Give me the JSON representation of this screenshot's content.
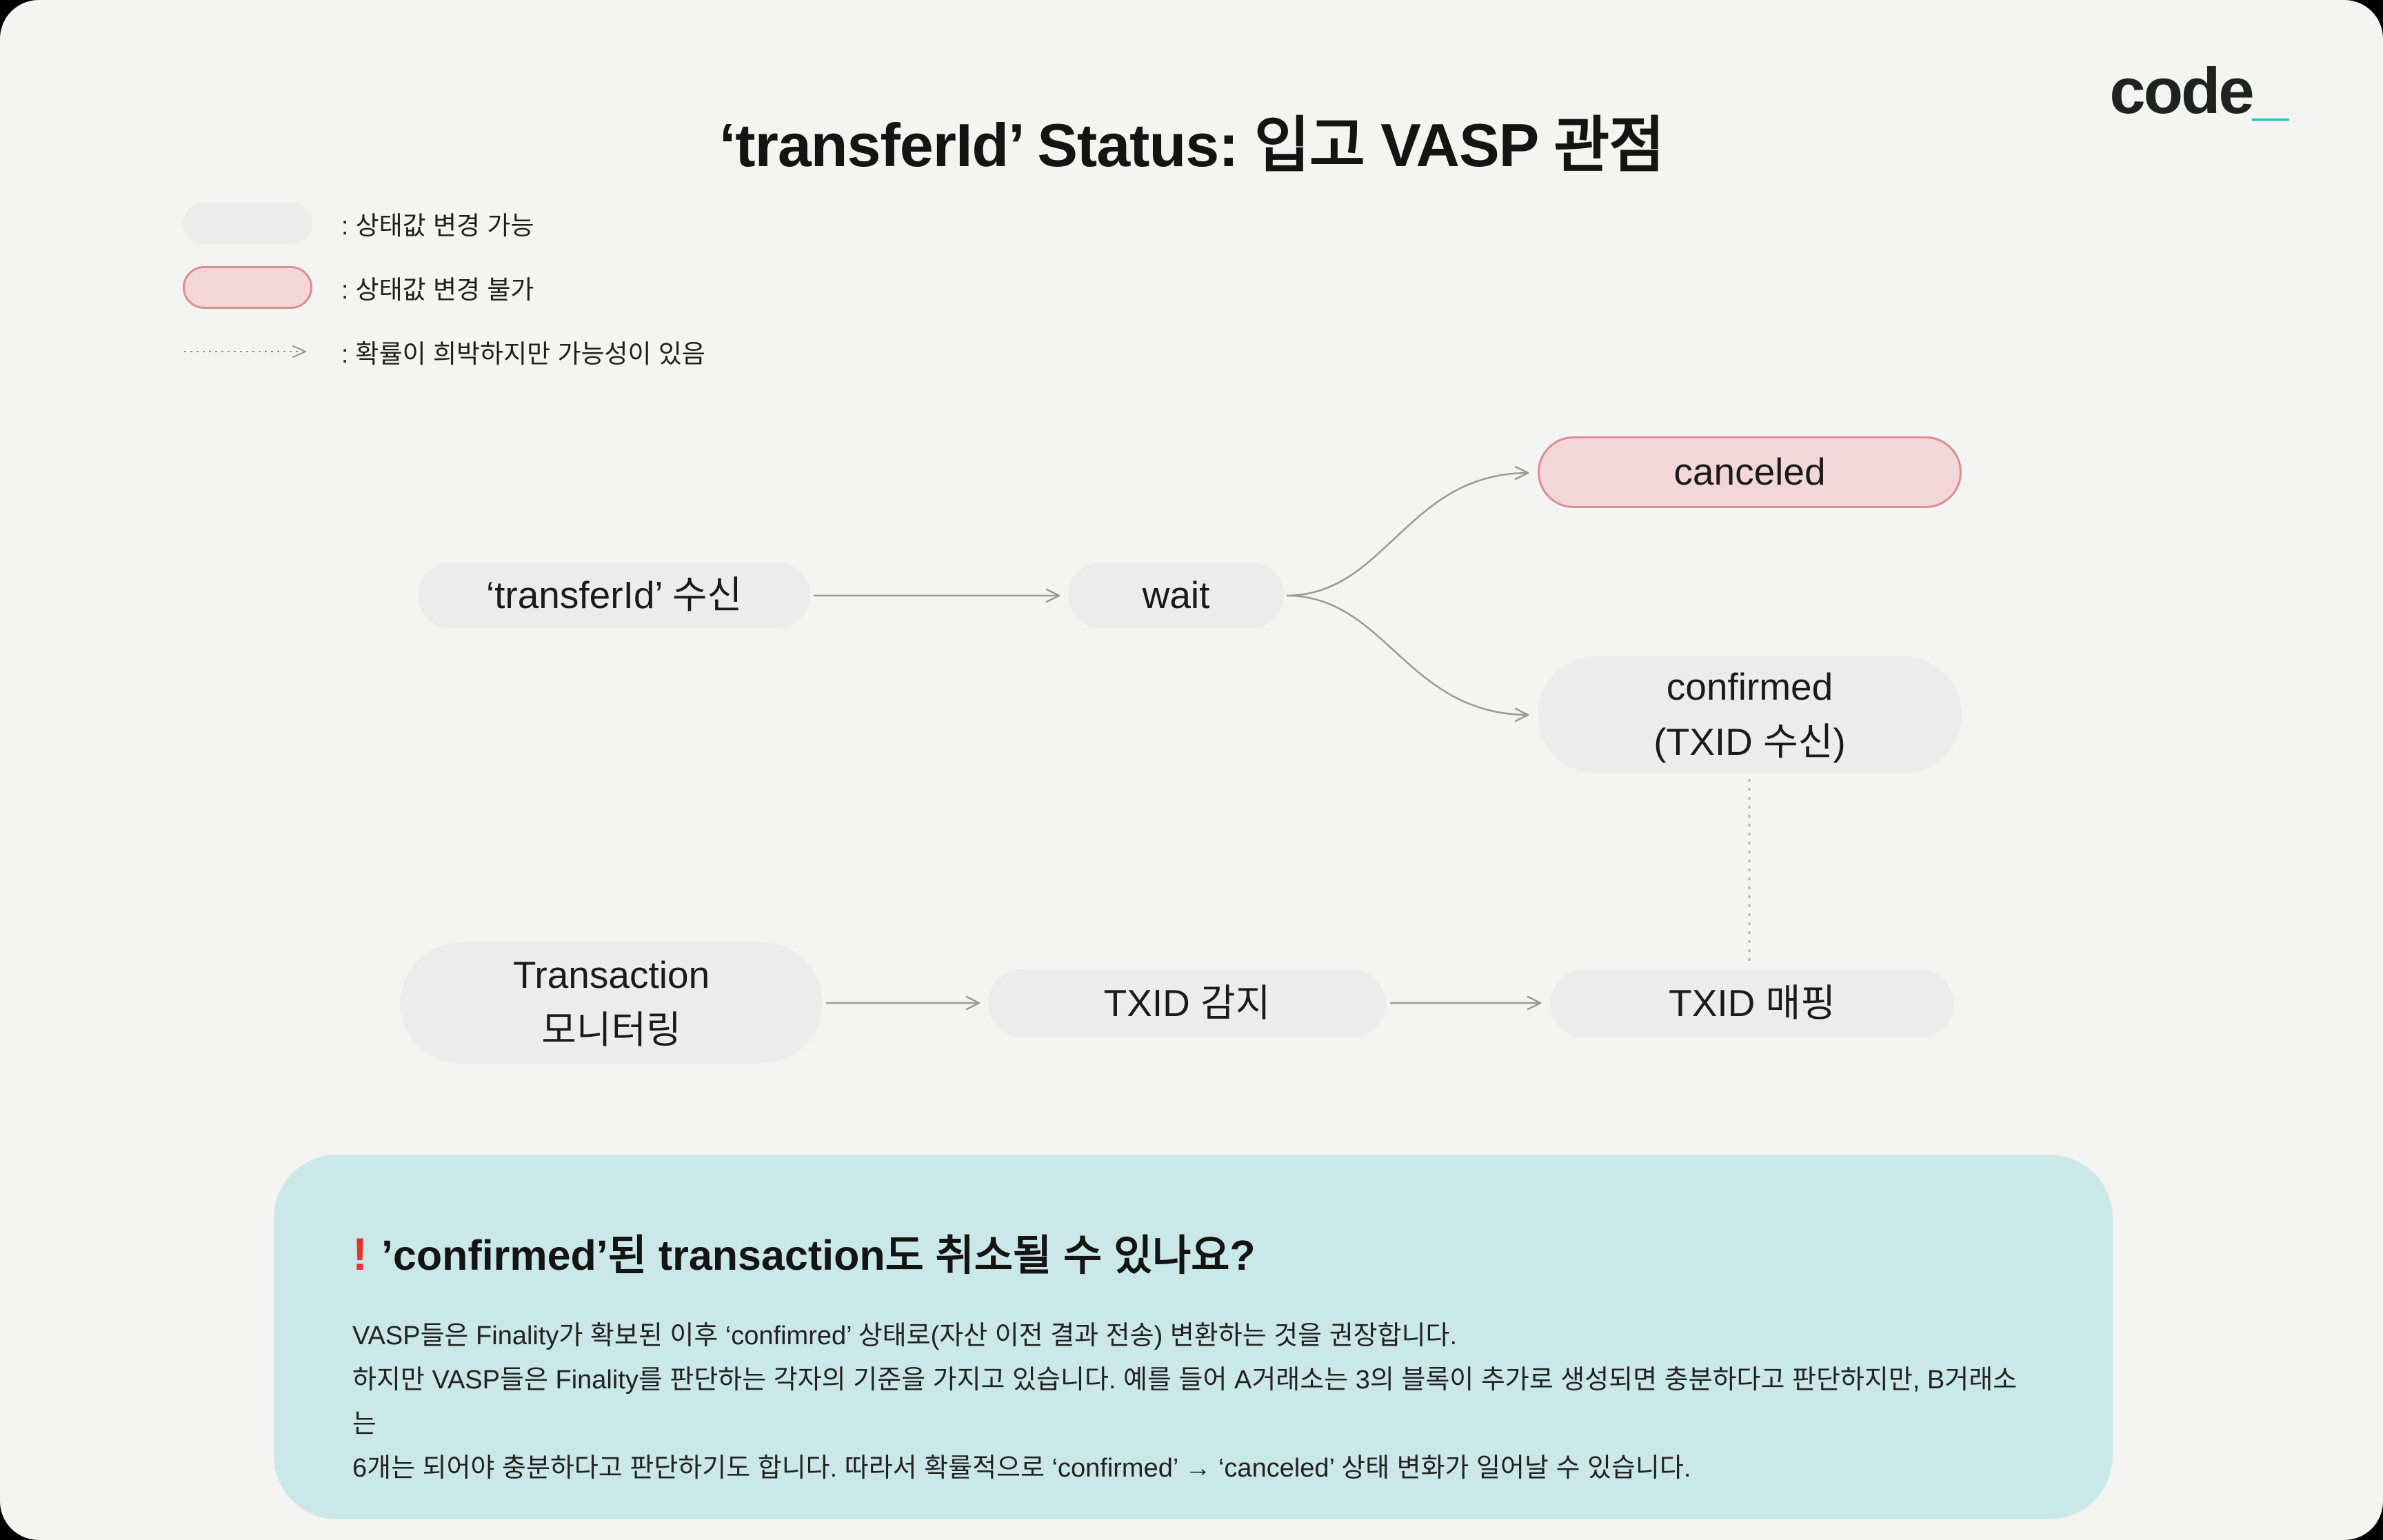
{
  "page": {
    "title": "‘transferId’ Status: 입고 VASP 관점",
    "logo_text": "code",
    "logo_underscore": "_"
  },
  "colors": {
    "background": "#f4f4f3",
    "node_gray": "#ececec",
    "node_pink_fill": "#f3d6d8",
    "node_pink_border": "#d98e92",
    "callout_bg": "#cbe8e8",
    "logo_teal": "#2fc0ba",
    "alert_red": "#e0362e",
    "connector_gray": "#9a9a9a"
  },
  "legend": {
    "items": [
      {
        "swatch": "gray-pill",
        "label": ": 상태값 변경 가능"
      },
      {
        "swatch": "pink-pill",
        "label": ": 상태값 변경 불가"
      },
      {
        "swatch": "dashed-arrow",
        "label": ": 확률이 희박하지만 가능성이 있음"
      }
    ]
  },
  "diagram": {
    "nodes": [
      {
        "id": "transferid-received",
        "style": "gray",
        "line1": "‘transferId’ 수신",
        "line2": ""
      },
      {
        "id": "wait",
        "style": "gray",
        "line1": "wait",
        "line2": ""
      },
      {
        "id": "canceled",
        "style": "pink",
        "line1": "canceled",
        "line2": ""
      },
      {
        "id": "confirmed",
        "style": "gray",
        "line1": "confirmed",
        "line2": "(TXID 수신)"
      },
      {
        "id": "transaction-monitoring",
        "style": "gray",
        "line1": "Transaction",
        "line2": "모니터링"
      },
      {
        "id": "txid-detect",
        "style": "gray",
        "line1": "TXID 감지",
        "line2": ""
      },
      {
        "id": "txid-mapping",
        "style": "gray",
        "line1": "TXID 매핑",
        "line2": ""
      }
    ],
    "edges": [
      {
        "from": "transferid-received",
        "to": "wait",
        "style": "solid-arrow"
      },
      {
        "from": "wait",
        "to": "canceled",
        "style": "solid-arrow-curve"
      },
      {
        "from": "wait",
        "to": "confirmed",
        "style": "solid-arrow-curve"
      },
      {
        "from": "confirmed",
        "to": "txid-mapping",
        "style": "dashed"
      },
      {
        "from": "transaction-monitoring",
        "to": "txid-detect",
        "style": "solid-arrow"
      },
      {
        "from": "txid-detect",
        "to": "txid-mapping",
        "style": "solid-arrow"
      }
    ]
  },
  "callout": {
    "bang": "!",
    "title": "’confirmed’된 transaction도 취소될 수 있나요?",
    "body": [
      "VASP들은 Finality가 확보된 이후 ‘confimred’ 상태로(자산 이전 결과 전송) 변환하는 것을 권장합니다.",
      "하지만 VASP들은 Finality를 판단하는 각자의 기준을 가지고 있습니다. 예를 들어 A거래소는 3의 블록이 추가로 생성되면 충분하다고 판단하지만, B거래소는",
      "6개는 되어야 충분하다고 판단하기도 합니다. 따라서 확률적으로 ‘confirmed’ → ‘canceled’ 상태 변화가 일어날 수 있습니다."
    ]
  }
}
